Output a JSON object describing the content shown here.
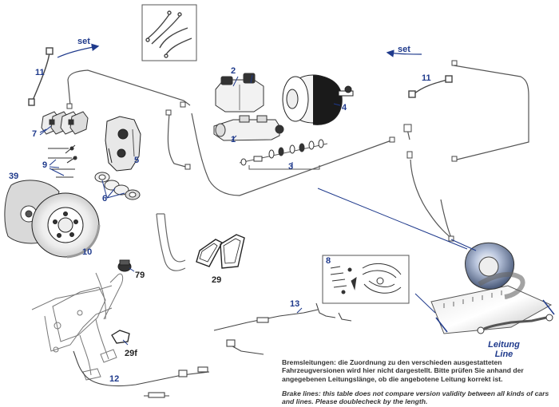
{
  "callouts": {
    "c1": "1",
    "c2": "2",
    "c3": "3",
    "c4": "4",
    "c5": "5",
    "c6": "6",
    "c7": "7",
    "c8": "8",
    "c9": "9",
    "c10": "10",
    "c11a": "11",
    "c11b": "11",
    "c12": "12",
    "c13": "13",
    "c29": "29",
    "c29f": "29f",
    "c39": "39",
    "c79": "79",
    "set_left": "set",
    "set_right": "set"
  },
  "tape": {
    "line1": "Leitung",
    "line2": "Line"
  },
  "notes": {
    "german": "Bremsleitungen: die Zuordnung zu den verschieden ausgestatteten Fahrzeugversionen wird hier nicht dargestellt. Bitte prüfen Sie anhand der angegebenen Leitungslänge, ob die angebotene Leitung korrekt ist.",
    "english": "Brake lines: this table does not compare version validity between all kinds of cars and lines. Please doublecheck by the length."
  },
  "colors": {
    "callout": "#1f3a8c",
    "leader": "#1f3a8c",
    "drawing": "#444444",
    "part_fill": "#f2f2f2",
    "dark_part": "#1a1a1a"
  }
}
